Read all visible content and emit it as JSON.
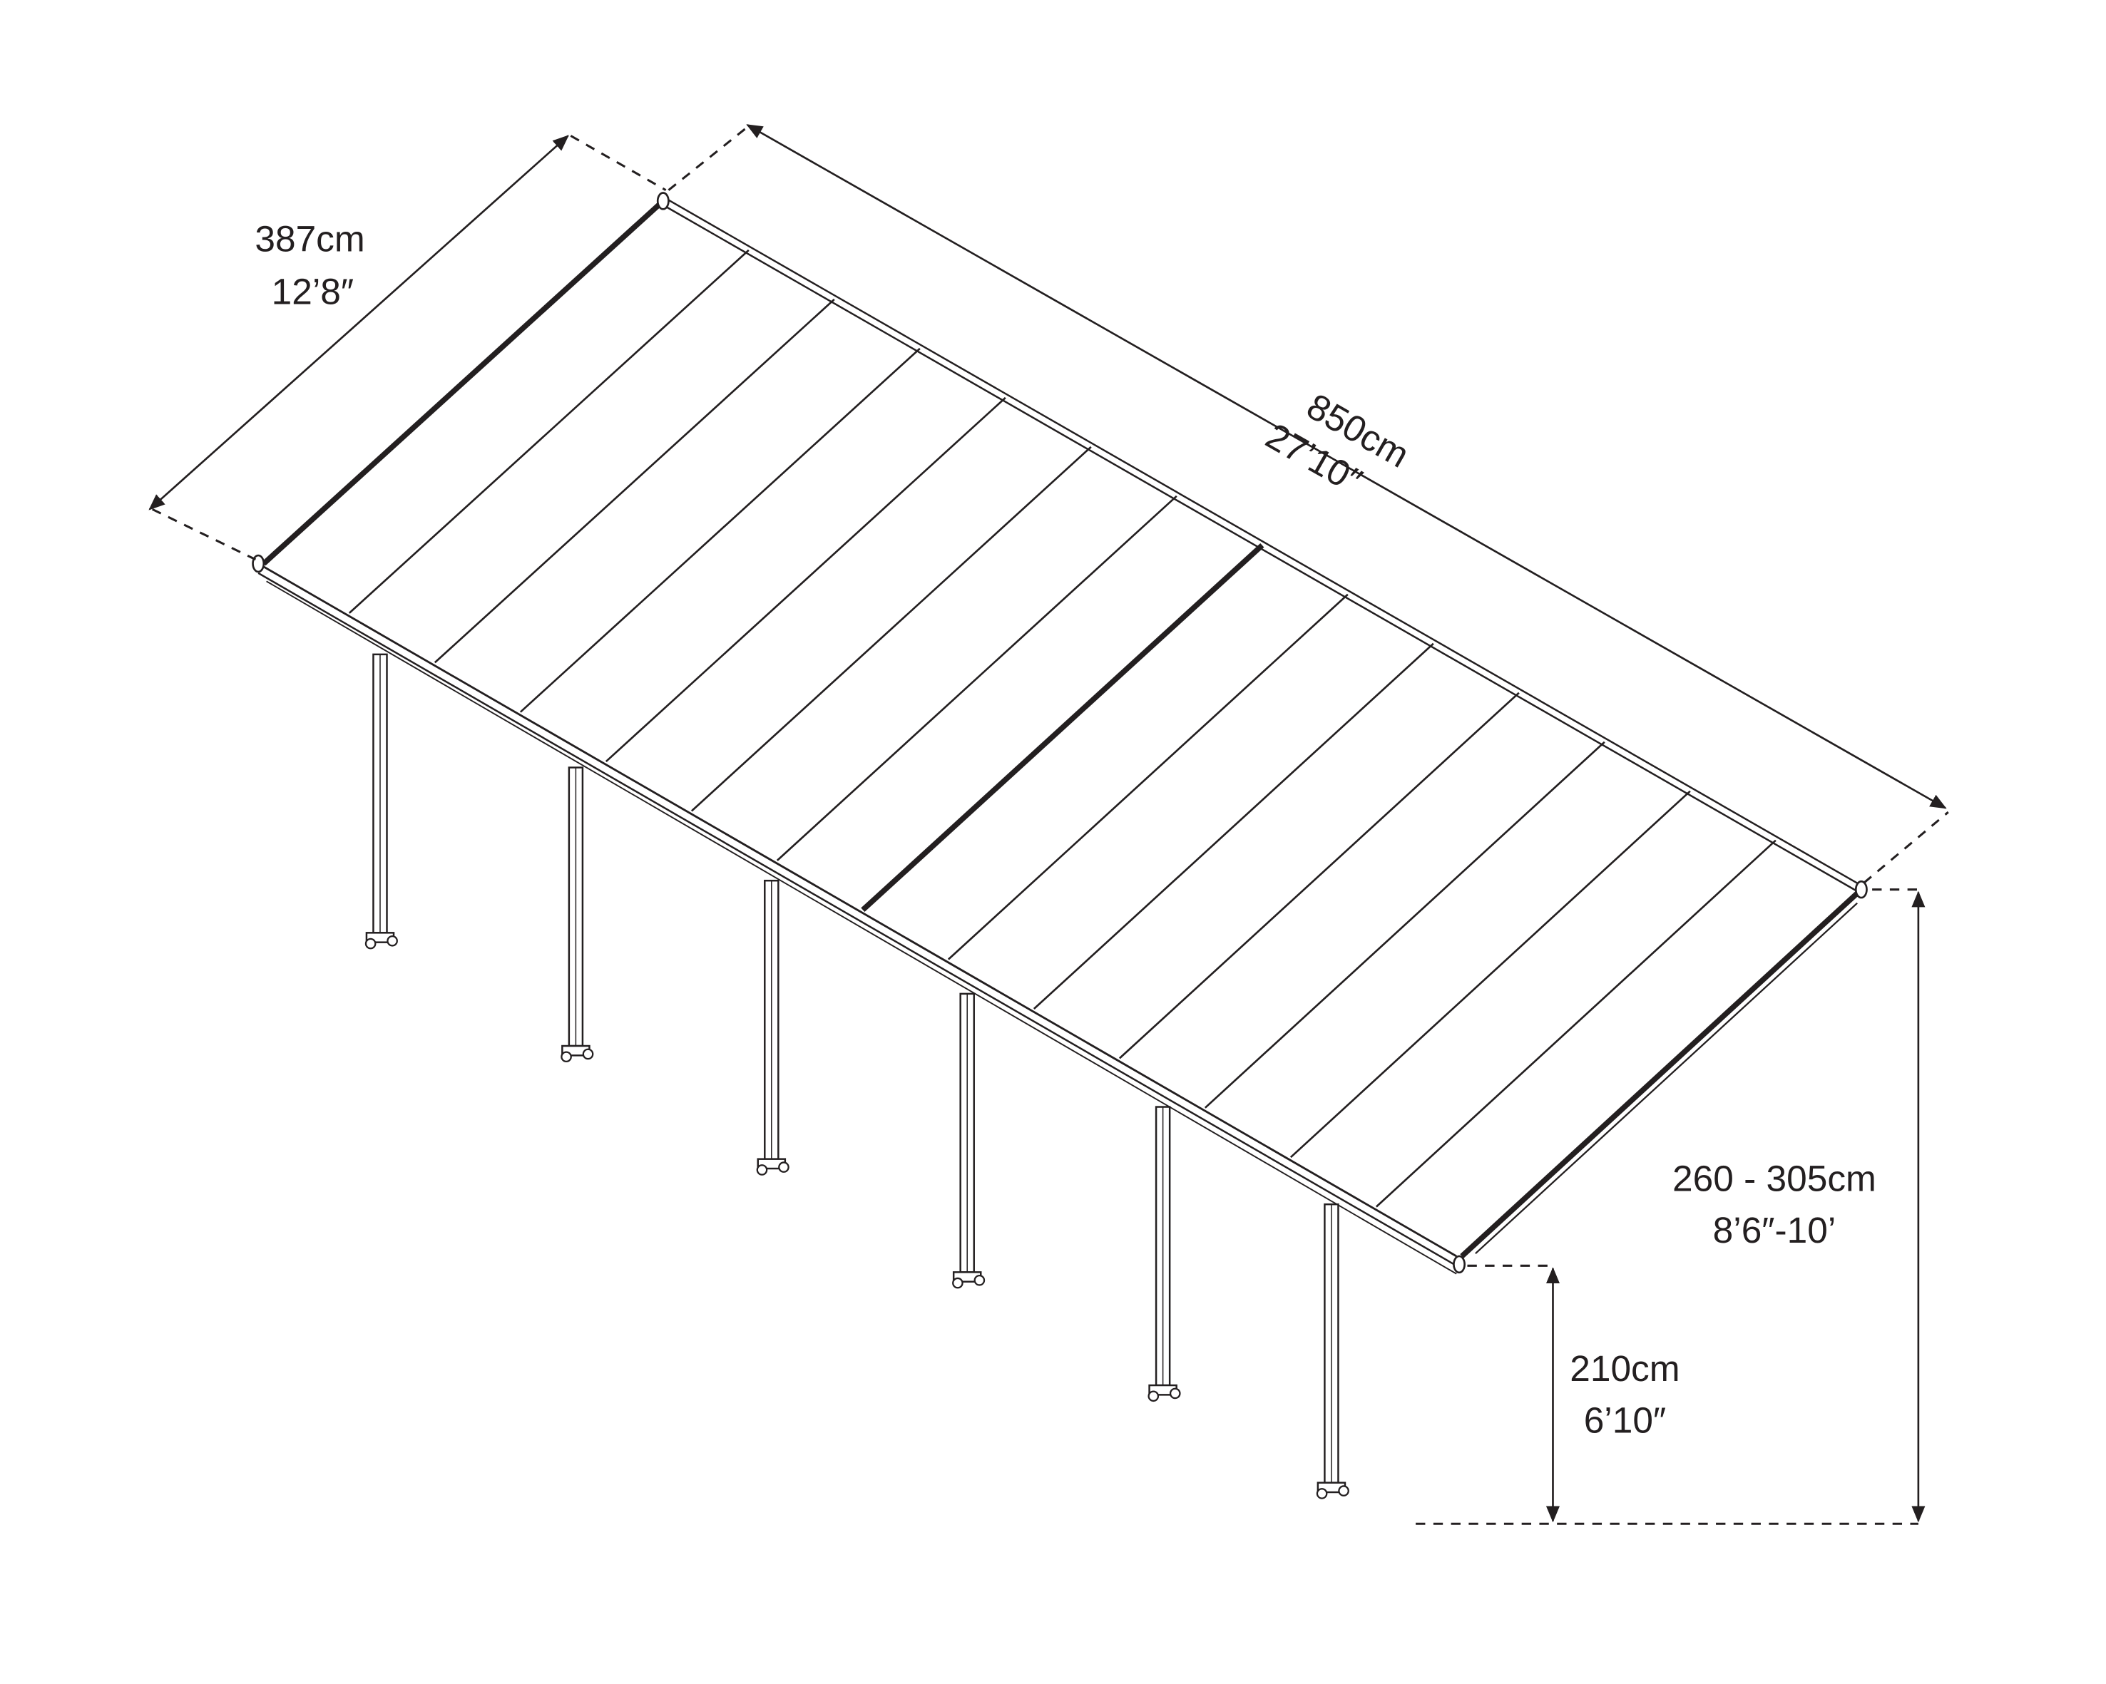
{
  "dimensions": {
    "width": {
      "metric": "387cm",
      "imperial": "12’8″"
    },
    "length": {
      "metric": "850cm",
      "imperial": "27’10″"
    },
    "max_height": {
      "metric": "260 - 305cm",
      "imperial": "8’6″-10’"
    },
    "min_height": {
      "metric": "210cm",
      "imperial": "6’10″"
    }
  },
  "structure": {
    "roof_panels": 14,
    "posts": 6
  },
  "colors": {
    "line": "#231f20",
    "background": "#ffffff"
  }
}
